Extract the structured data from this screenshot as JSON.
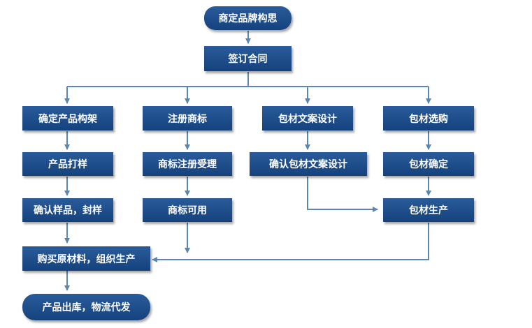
{
  "steps": {
    "brand_concept": "商定品牌构思",
    "sign_contract": "签订合同",
    "product_framework": "确定产品构架",
    "register_trademark": "注册商标",
    "packaging_design": "包材文案设计",
    "packaging_purchase": "包材选购",
    "product_sample": "产品打样",
    "trademark_accepted": "商标注册受理",
    "confirm_packaging_design": "确认包材文案设计",
    "packaging_confirmed": "包材确定",
    "confirm_sample": "确认样品，封样",
    "trademark_usable": "商标可用",
    "packaging_production": "包材生产",
    "purchase_materials": "购买原材料，组织生产",
    "ship_products": "产品出库，物流代发"
  },
  "colors": {
    "box": "#1c4e8c",
    "arrow": "#5a86b0"
  }
}
